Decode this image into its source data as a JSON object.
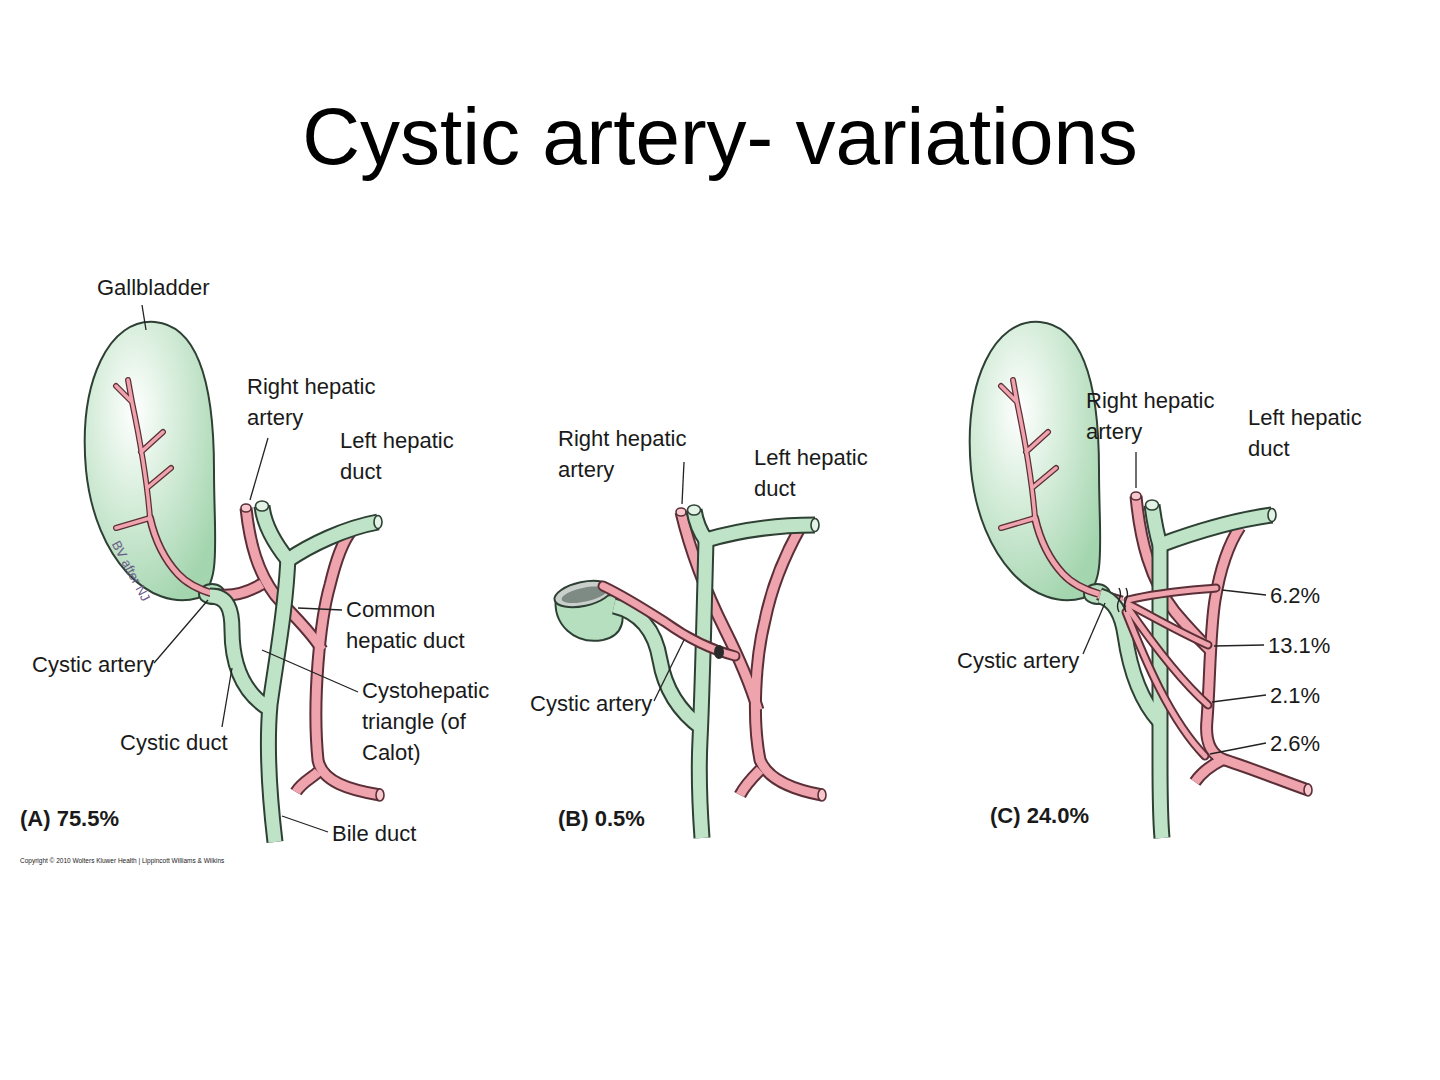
{
  "diagram": {
    "title": "Cystic artery- variations",
    "labels": [
      "Gallbladder",
      "Right hepatic artery",
      "Left hepatic duct",
      "Common hepatic duct",
      "Cystohepatic triangle (of Calot)",
      "Cystic artery",
      "Cystic duct",
      "Bile duct",
      "(A) 75.5%",
      "BV after NJ",
      "Copyright © 2010 Wolters Kluwer Health | Lippincott Williams & Wilkins",
      "Right hepatic artery",
      "Left hepatic duct",
      "Cystic artery",
      "(B) 0.5%",
      "Right hepatic artery",
      "Left hepatic duct",
      "6.2%",
      "13.1%",
      "2.1%",
      "2.6%",
      "Cystic artery",
      "(C) 24.0%"
    ]
  }
}
